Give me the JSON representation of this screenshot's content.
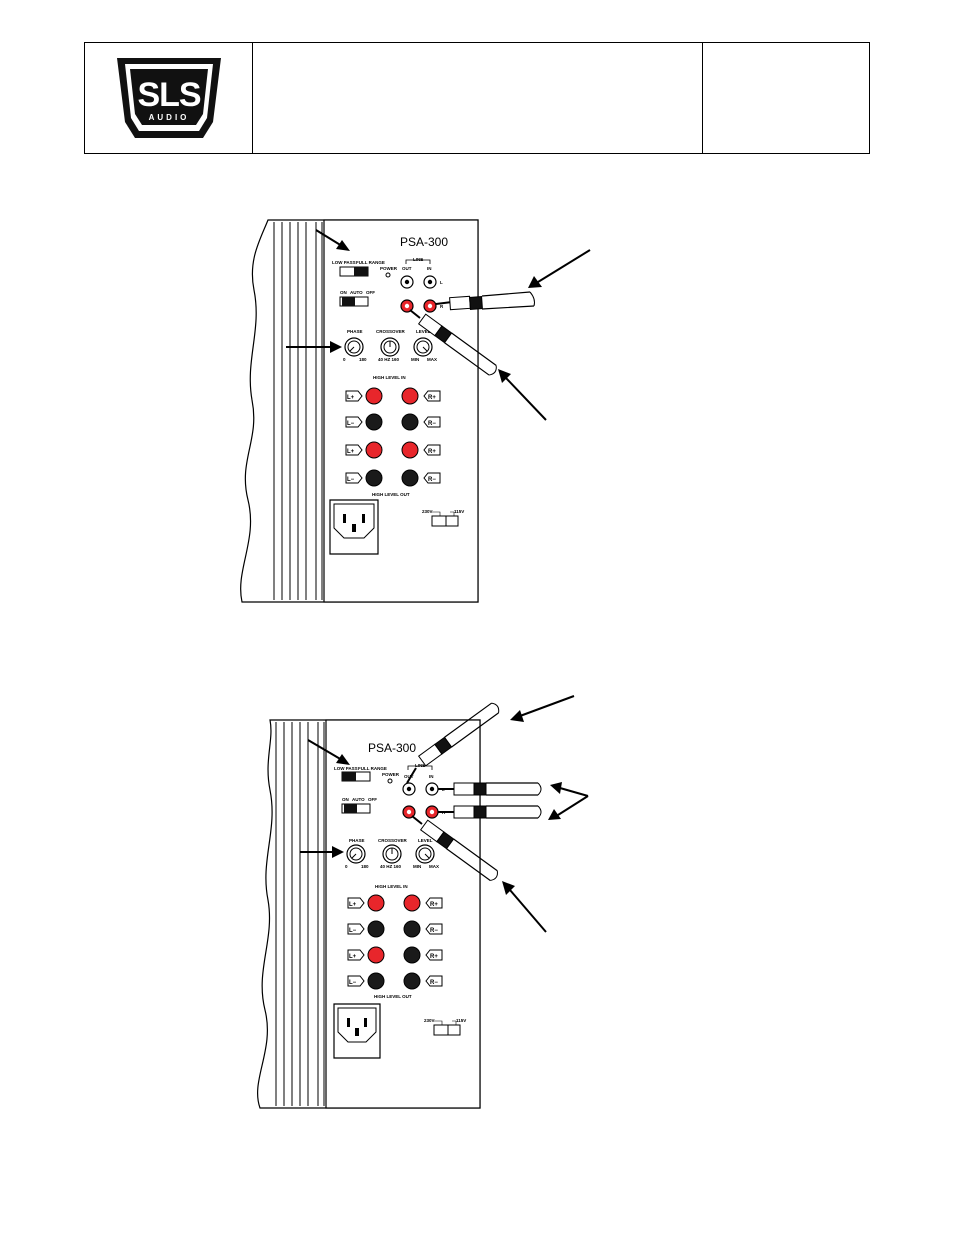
{
  "header": {
    "logo_text": "SLS",
    "logo_subtext": "AUDIO"
  },
  "panel": {
    "model": "PSA-300",
    "mode_left": "LOW PASS",
    "mode_right": "FULL RANGE",
    "power": "POWER",
    "line": "LINE",
    "line_out": "OUT",
    "line_in": "IN",
    "ch_l": "L",
    "ch_r": "R",
    "on": "ON",
    "auto": "AUTO",
    "off": "OFF",
    "phase": "PHASE",
    "phase_min": "0",
    "phase_max": "180",
    "crossover": "CROSSOVER",
    "crossover_scale": "40  HZ  160",
    "level": "LEVEL",
    "level_min": "MIN",
    "level_max": "MAX",
    "high_in": "HIGH LEVEL IN",
    "high_out": "HIGH LEVEL OUT",
    "l_plus": "L+",
    "l_minus": "L−",
    "r_plus": "R+",
    "r_minus": "R−",
    "volt_left": "230V",
    "volt_right": "115V"
  },
  "colors": {
    "red_terminal": "#e8262b",
    "black_terminal": "#1a1a1a"
  }
}
